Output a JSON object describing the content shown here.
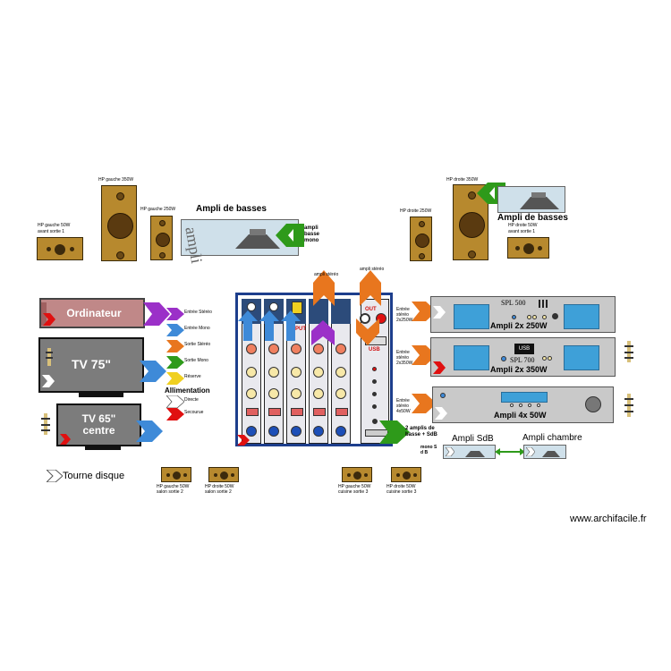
{
  "labels": {
    "hp_gauche_350": "HP gauche 350W",
    "hp_gauche_250": "HP gauche 250W",
    "hp_gauche_50_avant": "HP gauche 50W",
    "avant_sortie_1_l": "avant sortie 1",
    "ampli_de_basses_l": "Ampli de basses",
    "ampli_basse_mono": "ampli basse mono",
    "hp_droite_350": "HP droite 350W",
    "hp_droite_250": "HP droite 250W",
    "ampli_de_basses_r": "Ampli de basses",
    "hp_droite_50_avant": "HP droite 50W",
    "avant_sortie_1_r": "avant sortie 1",
    "ampli_stereo_top_1": "ampli stéréo",
    "ampli_stereo_top_2": "ampli stéréo",
    "ordinateur": "Ordinateur",
    "tv75": "TV 75\"",
    "tv65_1": "TV 65\"",
    "tv65_2": "centre",
    "tourne_disque": "Tourne disque",
    "allimentation": "Allimentation",
    "entree_stereo_250": "Entrée stéréo 2x250W",
    "entree_stereo_350": "Entrée stéréo 2x350W",
    "entree_stereo_50": "Entrée stéréo 4x50W",
    "ampli_2x250": "Ampli 2x 250W",
    "ampli_2x350": "Ampli 2x 350W",
    "ampli_4x50": "Ampli 4x 50W",
    "spl500": "SPL 500",
    "spl700": "SPL 700",
    "usb_amp": "USB",
    "ampli_sdb": "Ampli SdB",
    "ampli_chambre": "Ampli chambre",
    "amplis_basse": "2 amplis de basse + SdB",
    "mono_sdb": "mono S d B",
    "hp_g_salon": "HP gauche 50W",
    "salon_sortie_2_g": "salon sortie 2",
    "hp_d_salon": "HP droite 50W",
    "salon_sortie_2_d": "salon sortie 2",
    "hp_g_cuisine": "HP gauche 50W",
    "cuisine_sortie_3_g": "cuisine sortie 3",
    "hp_d_cuisine": "HP droite 50W",
    "cuisine_sortie_3_d": "cuisine sortie 3",
    "watermark": "www.archifacile.fr",
    "mixer_input": "INPUT",
    "mixer_out": "OUT",
    "mixer_usb": "USB"
  },
  "legend": [
    {
      "label": "Entrée Stéréo",
      "color": "#9b30c8"
    },
    {
      "label": "Entrée Mono",
      "color": "#3e8ad8"
    },
    {
      "label": "Sortie Stéréo",
      "color": "#e8761e"
    },
    {
      "label": "Sortie Mono",
      "color": "#2e9a1a"
    },
    {
      "label": "Réserve",
      "color": "#f0d020"
    },
    {
      "label": "Directe",
      "color": "#ffffff"
    },
    {
      "label": "Secourue",
      "color": "#e01010"
    }
  ],
  "colors": {
    "stereo_in": "#9b30c8",
    "mono_in": "#3e8ad8",
    "stereo_out": "#e8761e",
    "mono_out": "#2e9a1a",
    "reserve": "#f0d020",
    "directe": "#ffffff",
    "secourue": "#e01010",
    "mixer_frame": "#1d3e8c",
    "speaker_wood": "#b7892e",
    "amp_screen": "#3ea0d8"
  }
}
